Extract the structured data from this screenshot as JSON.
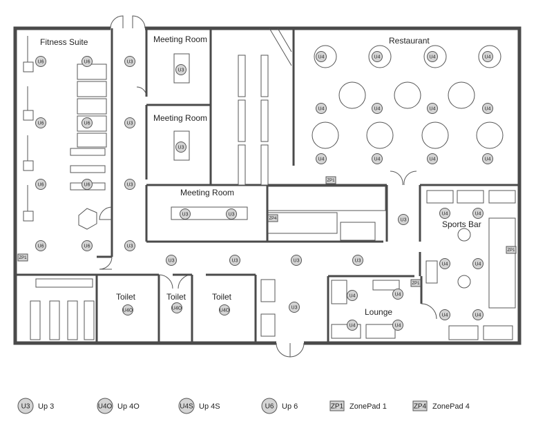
{
  "rooms": {
    "fitness": "Fitness Suite",
    "meeting1": "Meeting Room",
    "meeting2": "Meeting Room",
    "meeting3": "Meeting Room",
    "restaurant": "Restaurant",
    "sports_bar": "Sports Bar",
    "lounge": "Lounge",
    "toilet1": "Toilet",
    "toilet2": "Toilet",
    "toilet3": "Toilet"
  },
  "badge_codes": {
    "up3": "U3",
    "up4o": "U4O",
    "up4s": "U4S",
    "up6": "U6",
    "u4": "U4",
    "zp1": "ZP1",
    "zp4": "ZP4"
  },
  "legend": [
    {
      "code": "U3",
      "label": "Up 3",
      "shape": "circle"
    },
    {
      "code": "U4O",
      "label": "Up 4O",
      "shape": "circle"
    },
    {
      "code": "U4S",
      "label": "Up 4S",
      "shape": "circle"
    },
    {
      "code": "U6",
      "label": "Up 6",
      "shape": "circle"
    },
    {
      "code": "ZP1",
      "label": "ZonePad 1",
      "shape": "square"
    },
    {
      "code": "ZP4",
      "label": "ZonePad 4",
      "shape": "square"
    }
  ],
  "colors": {
    "badge_fill": "#d4d4d4",
    "wall": "#4a4a4a"
  }
}
